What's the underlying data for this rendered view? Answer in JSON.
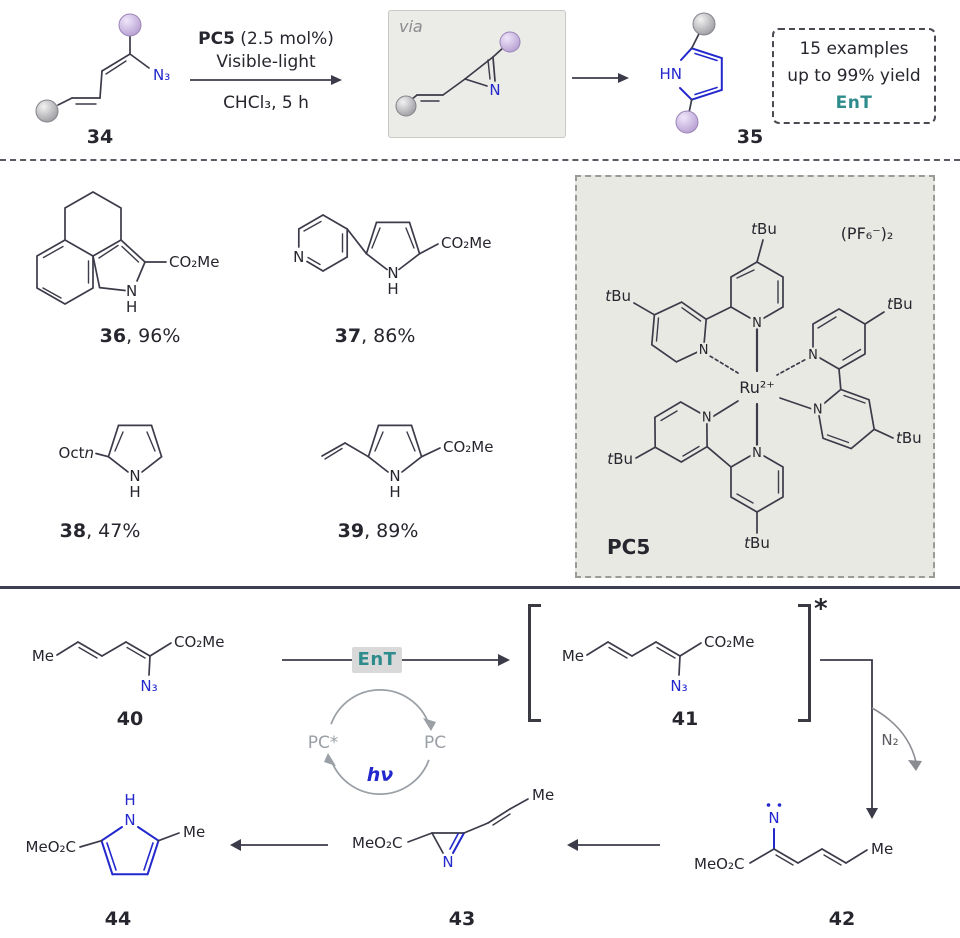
{
  "colors": {
    "bond": "#3b3b4a",
    "accent_blue": "#2328cc",
    "teal": "#2e8c8c",
    "gray_text": "#9aa0a6",
    "purple_sphere": "#b79fd2",
    "gray_sphere": "#9d9da2",
    "box_bg": "#e9e9e4"
  },
  "top": {
    "c34": {
      "label": "34",
      "n3": "N₃"
    },
    "conditions": {
      "cat_bold": "PC5",
      "cat_rest": " (2.5 mol%)",
      "line2": "Visible-light",
      "line3": "CHCl₃, 5 h"
    },
    "via": {
      "label": "via",
      "n": "N"
    },
    "c35": {
      "label": "35",
      "hn": "HN"
    },
    "summary": {
      "line1": "15 examples",
      "line2": "up to 99% yield",
      "line3": "EnT"
    }
  },
  "scope": {
    "c36": {
      "number": "36",
      "yield": ", 96%",
      "ester": "CO₂Me",
      "n": "N",
      "h": "H"
    },
    "c37": {
      "number": "37",
      "yield": ", 86%",
      "ester": "CO₂Me",
      "n_pyridine": "N",
      "n": "N",
      "h": "H"
    },
    "c38": {
      "number": "38",
      "yield": ", 47%",
      "oct": "Oct",
      "oct_n": "n",
      "n": "N",
      "h": "H"
    },
    "c39": {
      "number": "39",
      "yield": ", 89%",
      "ester": "CO₂Me",
      "n": "N",
      "h": "H"
    }
  },
  "pc5": {
    "name": "PC5",
    "ru": "Ru²⁺",
    "counterion": "(PF₆⁻)₂",
    "tbu_t": "t",
    "tbu_bu": "Bu",
    "n": "N"
  },
  "mech": {
    "c40": {
      "label": "40",
      "me": "Me",
      "ester": "CO₂Me",
      "n3": "N₃"
    },
    "c41": {
      "label": "41",
      "me": "Me",
      "ester": "CO₂Me",
      "n3": "N₃",
      "star": "*"
    },
    "c42": {
      "label": "42",
      "ester": "MeO₂C",
      "n": "N",
      "me": "Me"
    },
    "c43": {
      "label": "43",
      "ester": "MeO₂C",
      "n": "N",
      "me": "Me"
    },
    "c44": {
      "label": "44",
      "ester": "MeO₂C",
      "h": "H",
      "n": "N",
      "me": "Me"
    },
    "ent": "EnT",
    "pc_star": "PC*",
    "pc": "PC",
    "hnu": "hν",
    "n2": "N₂"
  }
}
